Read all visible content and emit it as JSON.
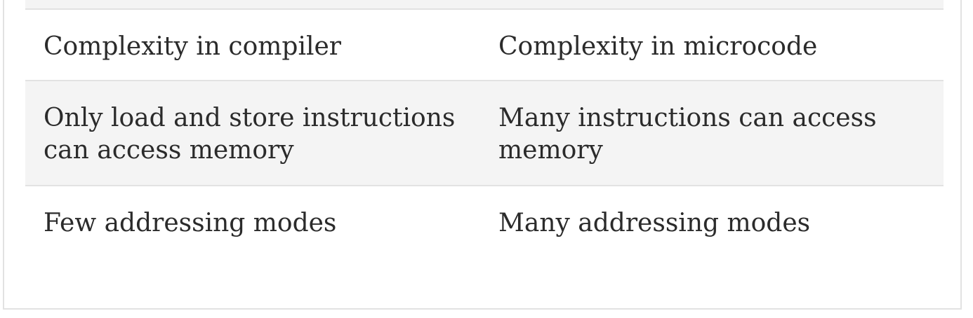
{
  "table": {
    "rows": [
      {
        "left": "Complexity in compiler",
        "right": "Complexity in microcode"
      },
      {
        "left": "Only load and store instructions can access memory",
        "right": "Many instructions can access memory"
      },
      {
        "left": "Few addressing modes",
        "right": "Many addressing modes"
      }
    ]
  }
}
